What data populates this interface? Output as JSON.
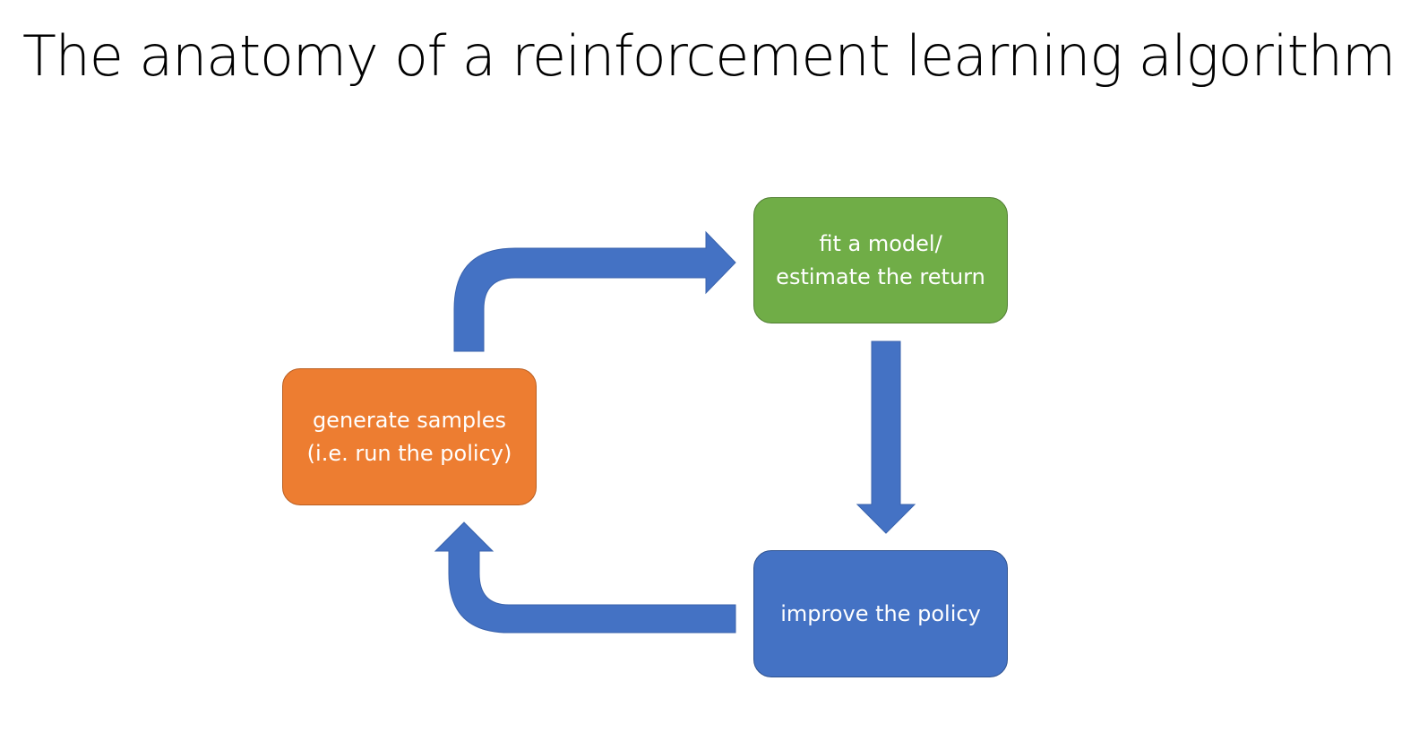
{
  "title": "The anatomy of a reinforcement learning algorithm",
  "nodes": {
    "generate": {
      "line1": "generate samples",
      "line2": "(i.e. run the policy)",
      "color": "#ed7d31"
    },
    "fit": {
      "line1": "fit a model/",
      "line2": "estimate the return",
      "color": "#70ad47"
    },
    "improve": {
      "line1": "improve the policy",
      "color": "#4472c4"
    }
  },
  "arrow_color": "#4472c4"
}
